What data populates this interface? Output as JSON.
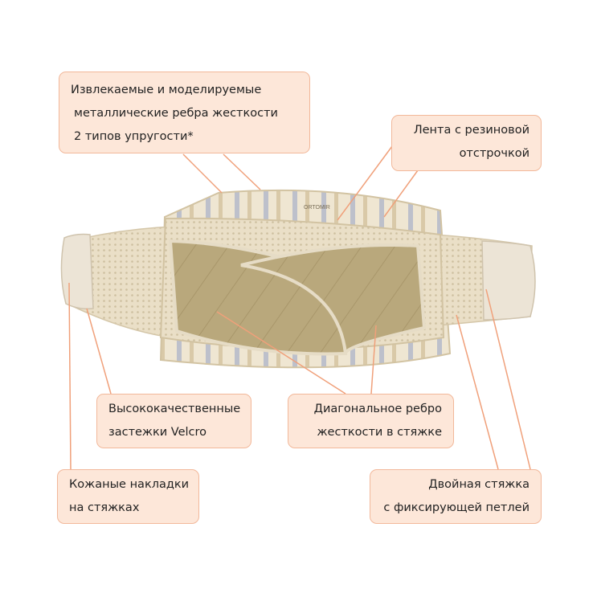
{
  "colors": {
    "callout_fill": "#fde7d9",
    "callout_border": "#f2b89a",
    "leader_line": "#f0a07a",
    "belt_base": "#e9dcc3",
    "belt_pad": "#b8a77c",
    "belt_stay_stripe": "#a8b0c8"
  },
  "callouts": {
    "ribs": {
      "lines": [
        "Извлекаемые и моделируемые",
        "металлические ребра жесткости",
        "2 типов упругости*"
      ]
    },
    "tape": {
      "lines": [
        "Лента с резиновой",
        "отстрочкой"
      ]
    },
    "velcro": {
      "lines": [
        "Высококачественные",
        "застежки Velcro"
      ]
    },
    "diagonal": {
      "lines": [
        "Диагональное ребро",
        "жесткости в стяжке"
      ]
    },
    "leather": {
      "lines": [
        "Кожаные накладки",
        "на стяжках"
      ]
    },
    "double": {
      "lines": [
        "Двойная стяжка",
        "с фиксирующей петлей"
      ]
    }
  },
  "product": {
    "label_text": "ORTOMIR"
  }
}
